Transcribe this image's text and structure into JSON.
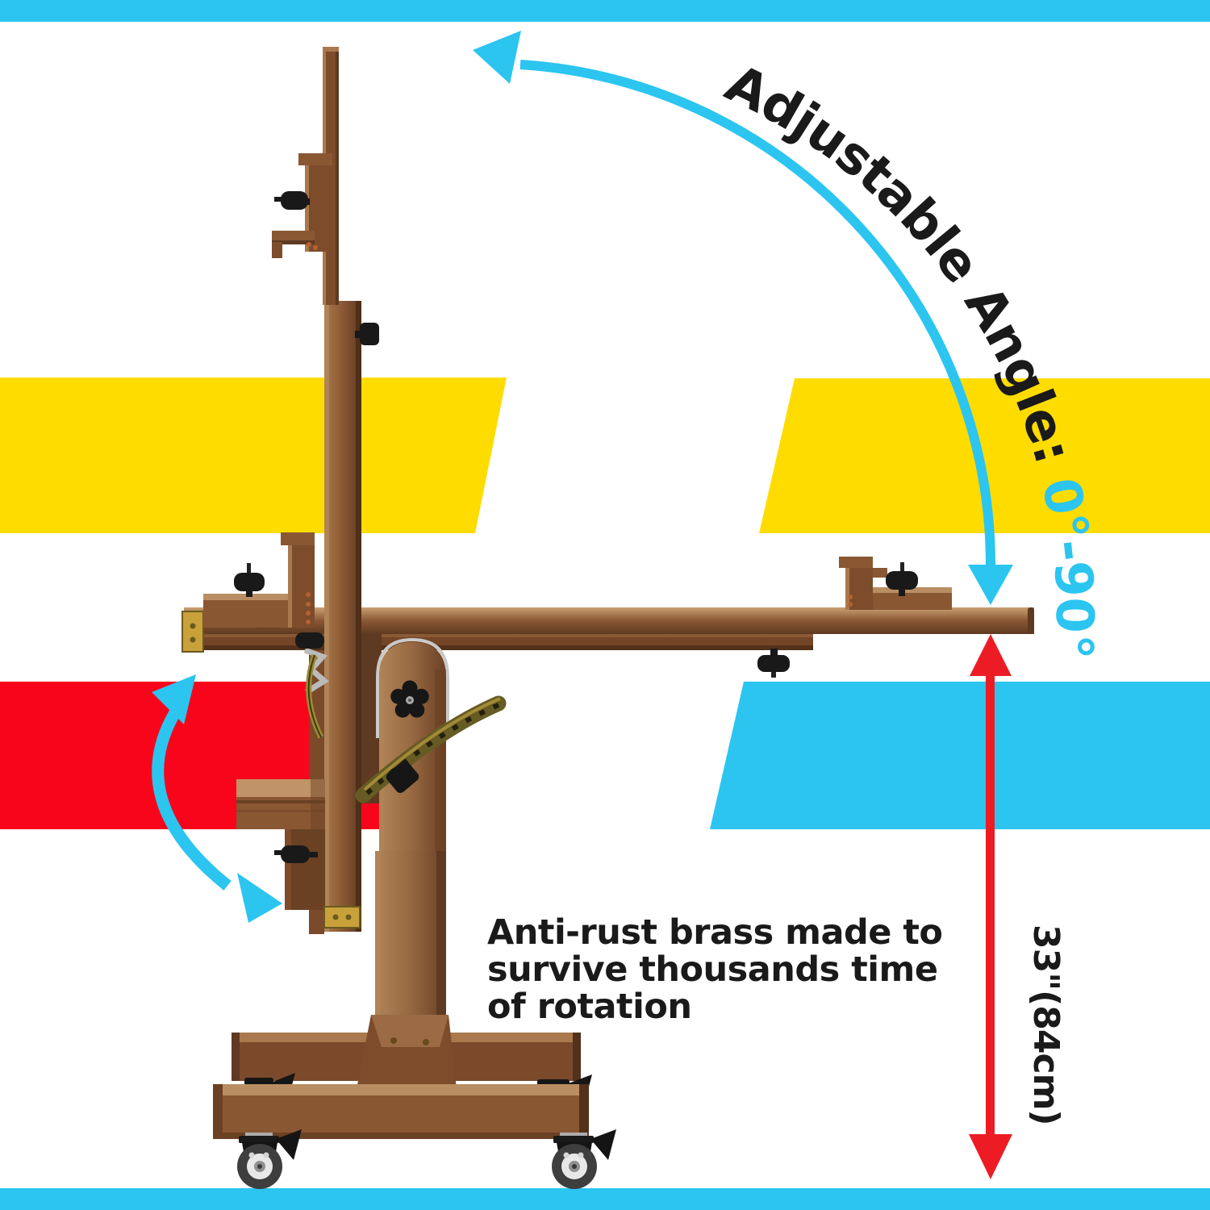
{
  "image_type": "product feature marketing graphic",
  "product": "rotating artist H-frame easel with casters (side view, beam rotated horizontal)",
  "colors": {
    "accent_cyan": "#2BC5F0",
    "accent_yellow": "#FFDC00",
    "accent_red": "#F8051C",
    "arrow_red": "#ED1C24",
    "text_black": "#1A1A1A",
    "wood_mid": "#8A5733",
    "wood_light": "#C09468",
    "wood_dark": "#5E3A22",
    "brass": "#C9A13B",
    "background": "#FFFFFF"
  },
  "annotations": {
    "adjustable_angle": {
      "label": "Adjustable Angle: ",
      "value": "0°-90°"
    },
    "height": {
      "label": "33\"(84cm)"
    },
    "brass_note": {
      "line1": "Anti-rust brass made to",
      "line2": "survive thousands time",
      "line3": "of rotation"
    }
  }
}
